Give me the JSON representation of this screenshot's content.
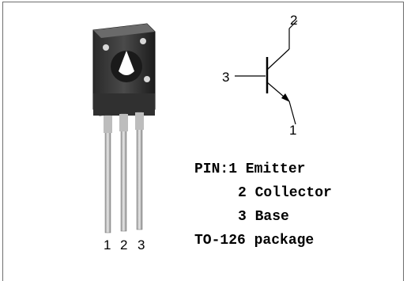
{
  "symbol": {
    "pin_collector": "2",
    "pin_base": "3",
    "pin_emitter": "1"
  },
  "leads": [
    "1",
    "2",
    "3"
  ],
  "pin_info": {
    "line1": "PIN:1 Emitter",
    "line2": "2 Collector",
    "line3": "3 Base",
    "line4": "TO-126 package"
  }
}
